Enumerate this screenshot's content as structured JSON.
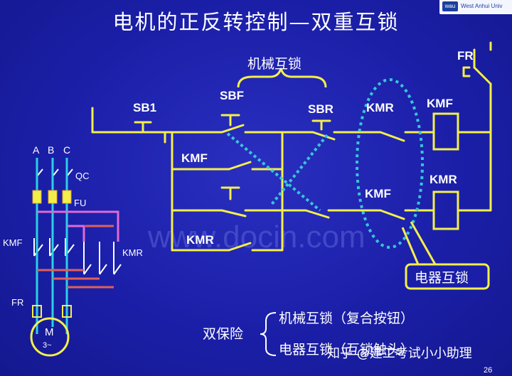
{
  "title": "电机的正反转控制—双重互锁",
  "logo": {
    "text": "West Anhui Univ",
    "mark": "wau"
  },
  "labels": {
    "sb1": "SB1",
    "sbf": "SBF",
    "sbr": "SBR",
    "fr_top": "FR",
    "kmf_coil": "KMF",
    "kmr_coil": "KMR",
    "kmr_contact_top": "KMR",
    "kmf_contact_mid": "KMF",
    "kmf_hold": "KMF",
    "kmr_hold": "KMR",
    "mechanical_interlock": "机械互锁",
    "electrical_interlock": "电器互锁"
  },
  "main_circuit": {
    "phase_a": "A",
    "phase_b": "B",
    "phase_c": "C",
    "qc": "QC",
    "fu": "FU",
    "kmf": "KMF",
    "kmr": "KMR",
    "fr": "FR",
    "motor_m": "M",
    "motor_phase": "3~"
  },
  "protection": {
    "heading": "双保险",
    "item1": "机械互锁（复合按钮）",
    "item2": "电器互锁（互锁触头）"
  },
  "watermark": "www.docin.com",
  "brand_overlay": "知乎 @建工考试小小助理",
  "page_number": "26",
  "colors": {
    "background": "#1b1fa8",
    "wire": "#f3ef4a",
    "interlock_dots": "#39c5d8",
    "phase_line": "#2ad0e6",
    "pink_line": "#e06ad2",
    "red_line": "#e0605a",
    "label_box_fill": "#f7f2a6"
  }
}
